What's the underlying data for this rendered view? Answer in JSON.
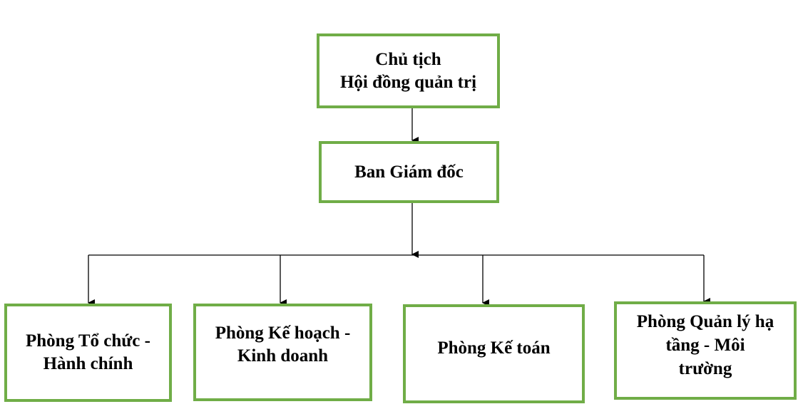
{
  "diagram": {
    "border_color": "#70ad47",
    "nodes": {
      "chairman": {
        "line1": "Chủ tịch",
        "line2": "Hội đồng quản trị"
      },
      "board": {
        "label": "Ban Giám đốc"
      },
      "dept_admin": {
        "line1": "Phòng Tổ chức -",
        "line2": "Hành chính"
      },
      "dept_planning": {
        "line1": "Phòng Kế hoạch -",
        "line2": "Kinh doanh"
      },
      "dept_accounting": {
        "label": "Phòng Kế toán"
      },
      "dept_infra": {
        "line1": "Phòng Quản lý hạ",
        "line2": "tầng - Môi",
        "line3": "trường"
      }
    }
  }
}
